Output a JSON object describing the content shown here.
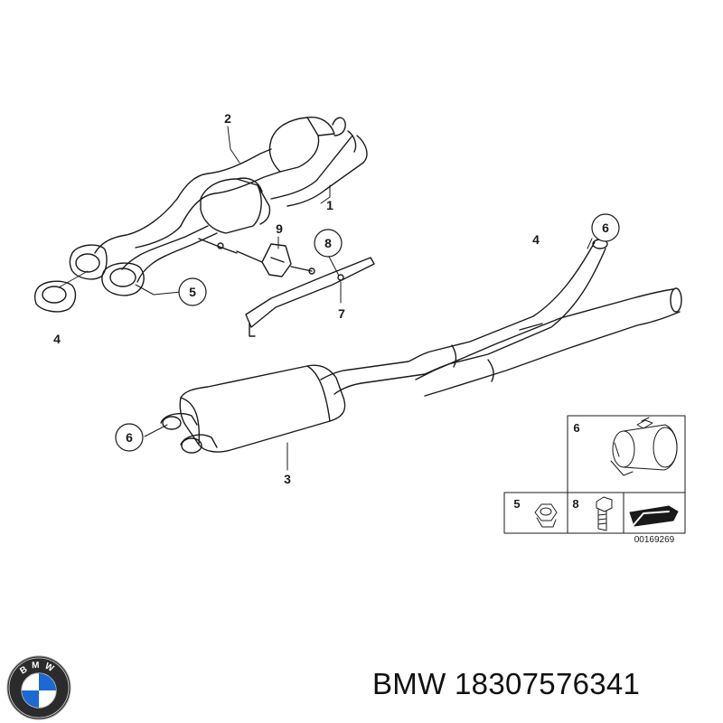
{
  "diagram": {
    "callouts": {
      "c1": "1",
      "c2": "2",
      "c3": "3",
      "c4_top": "4",
      "c4_left": "4",
      "c5": "5",
      "c6_right": "6",
      "c6_left": "6",
      "c7": "7",
      "c8": "8",
      "c9": "9"
    },
    "inset": {
      "clamp_label": "6",
      "nut_label": "5",
      "bolt_label": "8"
    },
    "diagram_code": "00169269"
  },
  "caption": {
    "brand": "BMW",
    "part_number": "18307576341",
    "logo_letters": "BMW"
  },
  "colors": {
    "line": "#1a1a1a",
    "logo_blue": "#1c69d4",
    "logo_ring": "#2b2b2b"
  }
}
